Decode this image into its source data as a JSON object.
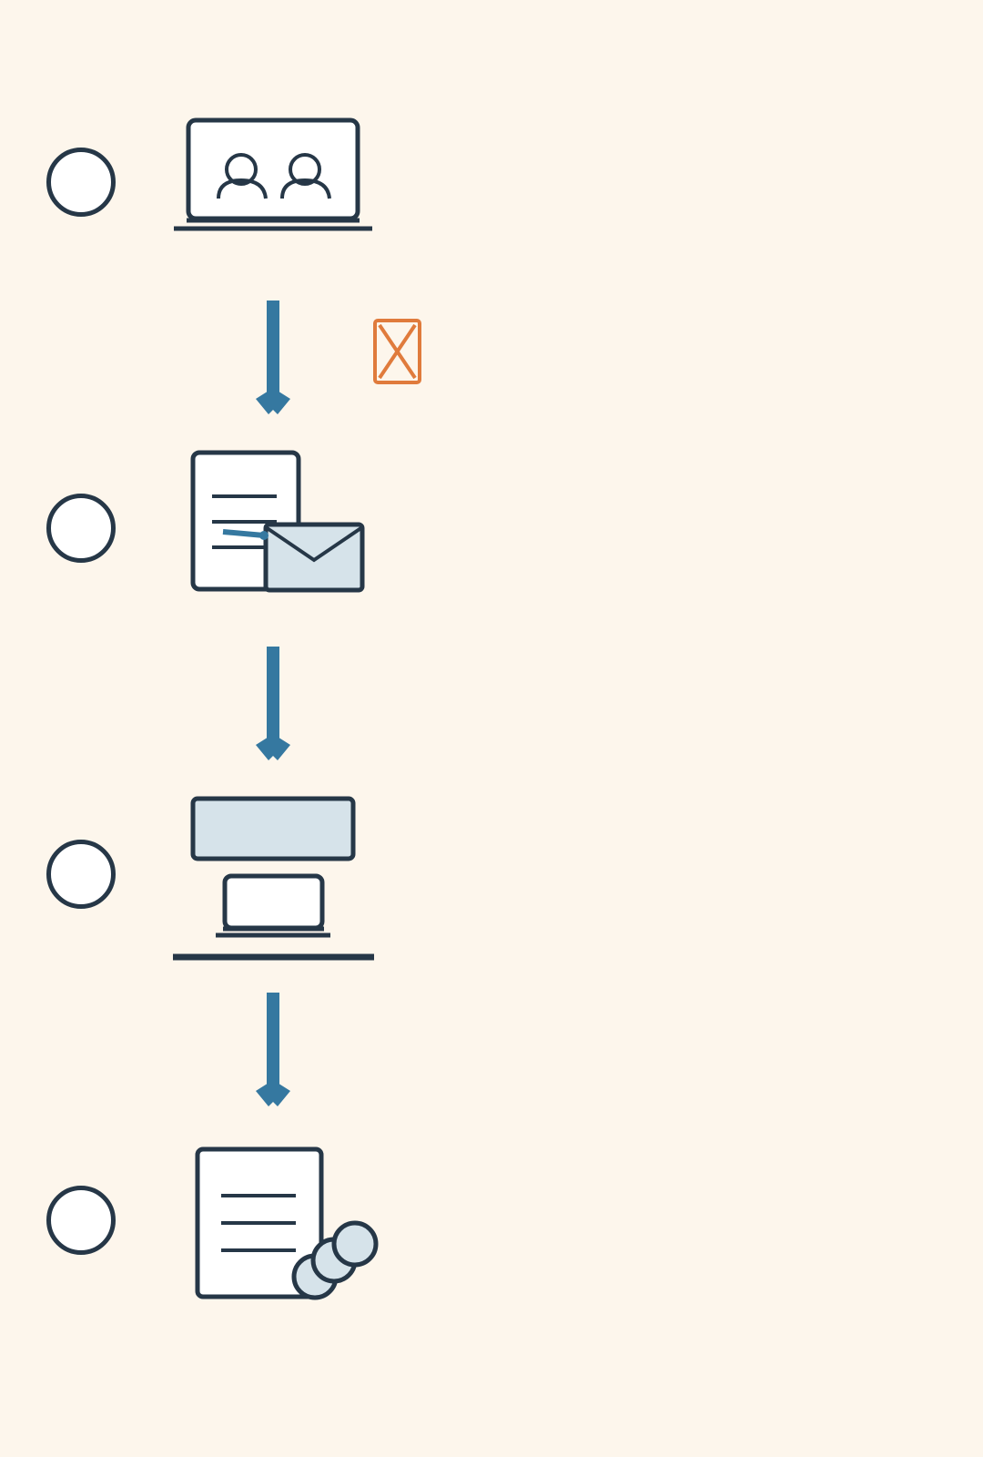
{
  "steps": [
    {
      "id": "video-call",
      "icon": "video-call-laptop-icon"
    },
    {
      "id": "documents-mail",
      "icon": "document-envelope-icon"
    },
    {
      "id": "workstation",
      "icon": "desktop-workstation-icon"
    },
    {
      "id": "document-payment",
      "icon": "document-coins-icon"
    }
  ],
  "connectors": [
    "arrow-down-icon",
    "arrow-down-icon",
    "arrow-down-icon"
  ],
  "annotations": [
    {
      "icon": "crossed-box-icon",
      "color": "#e07b3c"
    }
  ],
  "colors": {
    "background": "#fdf6ec",
    "outline": "#263747",
    "accent": "#3578a0",
    "fill_light": "#d6e3ea",
    "warning": "#e07b3c"
  }
}
